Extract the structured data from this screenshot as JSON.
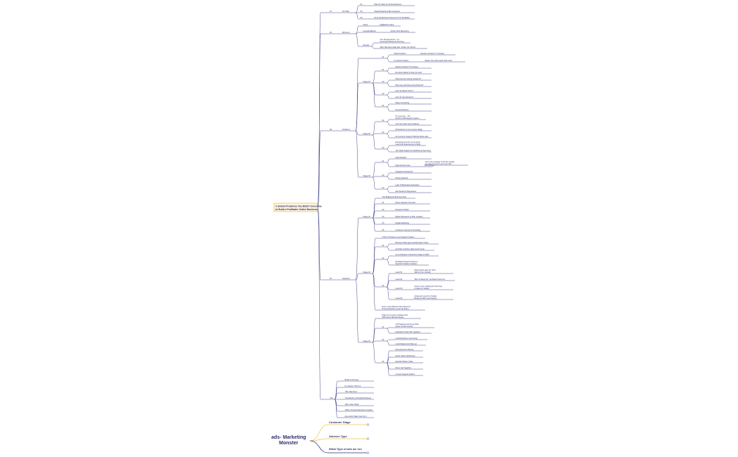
{
  "colors": {
    "line": "#2b2e7a",
    "text": "#2d2f6b",
    "root_fill": "#fff6df",
    "root_border": "#e8a200",
    "branch_line": "#f0c060",
    "dot": "#4a63d6"
  },
  "root": {
    "lines": [
      "3 Unkind Problems You MUST Overcome",
      "to Build a Profitable Online Business"
    ]
  },
  "main": [
    {
      "num": "01",
      "label": "For Who"
    },
    {
      "num": "02",
      "label": "Who Am I"
    },
    {
      "num": "03",
      "label": "Problems"
    },
    {
      "num": "04",
      "label": "Solutions"
    },
    {
      "num": "CTA",
      "label": ""
    }
  ],
  "for_who": [
    {
      "num": "01",
      "label": "Want To Start an Online Business"
    },
    {
      "num": "02",
      "label": "Started Business But Confused"
    },
    {
      "num": "03",
      "label": "Running Business Need to fix For Profitable"
    }
  ],
  "who_am_i": {
    "name": {
      "label": "Name",
      "value": "Rajlakshmi Giant"
    },
    "founder": {
      "label": "Founder/Mentor",
      "value": "Online Tech Mentoring"
    },
    "results": {
      "label": "Results",
      "items": [
        "1K+ Entrepreneurs + 3+ Successful Business Running",
        "500+ Members Daily Eat, 10-90+ Per Month"
      ]
    }
  },
  "problems": {
    "intro": [
      {
        "num": "01",
        "label": "What Product?",
        "value": "Random Product or Trending"
      },
      {
        "num": "",
        "label": "It's about Problem",
        "value": "What I can solve better than other"
      }
    ],
    "stage1": {
      "label": "Stage 01",
      "groups": [
        {
          "num": "01",
          "items": [
            "Whose Problem? The Buyer",
            "Do Other Wants To Pay For this?"
          ]
        },
        {
          "num": "02",
          "items": [
            "What are the existing solutions?",
            "Why they will Chose My Products?"
          ]
        },
        {
          "num": "03",
          "items": [
            "How To Reach Them?",
            "How To Get Attention?"
          ]
        },
        {
          "num": "04",
          "items": [
            "Sales Converting",
            "Smooth Delivery"
          ]
        }
      ]
    },
    "stage2": {
      "label": "Stage 02",
      "groups": [
        {
          "num": "01",
          "items": [
            "It's a journey - You Need A Solid Support System",
            "You Can solve your problems"
          ]
        },
        {
          "num": "02",
          "items": [
            "All Entrance is not at same Stage",
            "So Common Support Will Not Work Here"
          ]
        },
        {
          "num": "03",
          "items": [
            "Entrepreneurs Are not at same Level with Experiences & Skills",
            "The Need Support & Guideline at their level"
          ]
        }
      ]
    },
    "stage3": {
      "label": "Stage 03",
      "groups": [
        {
          "num": "01",
          "items": [
            "Right Mindset",
            "Right Environment"
          ],
          "note": "You're the average of the five people you spend most of your time with"
        },
        {
          "num": "02",
          "items": [
            "Negativity/ Distraction",
            "Wrong Network"
          ]
        },
        {
          "num": "03",
          "items": [
            "Lack Of Motivation/Inspiration",
            "Self Doubts & Depression"
          ]
        }
      ]
    }
  },
  "solutions": {
    "stage1": {
      "label": "Stage 01",
      "title": "The Bulletproof Business Plan",
      "items": [
        {
          "num": "01",
          "label": "Niche Selection Formula"
        },
        {
          "num": "02",
          "label": "Research Model"
        },
        {
          "num": "03",
          "label": "Market Research & Offer Creation"
        },
        {
          "num": "04",
          "label": "Digital Marketing"
        },
        {
          "num": "05",
          "label": "Customer Journey & Funneling"
        }
      ]
    },
    "stage2": {
      "label": "Stage 02",
      "title": "OTA 2.0 Advance Level Support System",
      "g1": {
        "num": "01",
        "items": [
          "Business Plan Approved By Expert Team",
          "Get Plan of Action right Level Group"
        ]
      },
      "g2": {
        "num": "02",
        "items": [
          "3 Level Based on Business Stage & Skills",
          "Dedicated Support Admin & Specific Problems Solution"
        ]
      },
      "levels": {
        "num": "03",
        "items": [
          {
            "label": "Level 01",
            "text": "Who Needs Help For Tech Skill & From Scratch"
          },
          {
            "label": "Level 02",
            "text": "Tech & Setup OK, but Need Some Fix"
          },
          {
            "label": "Level 03",
            "text": "Action Level, Helping For Running & Sales To Scaleit"
          },
          {
            "label": "Level 04",
            "text": "Advanced Level For Scaleit Business With Lead System"
          }
        ]
      },
      "note": "Every Level Member Must Need To Prove Himself by Level Up Exam"
    },
    "stage3": {
      "label": "Stage 03",
      "title": "Right Community & Mastermind With Same Minded People",
      "g1": {
        "num": "01",
        "items": [
          "OTA Mastermind Group With Super Growth Activity",
          "Help Each Other Win Together"
        ]
      },
      "g2": {
        "num": "02",
        "items": [
          "Local Members Community",
          "Local Mastermind Meet up"
        ]
      },
      "g3": {
        "num": "03",
        "items": [
          "Entrepreneurs Meetup",
          "Action Takers Workshop",
          "Specific Master Class",
          "Zoom Get Together",
          "4 Layer Support System"
        ]
      }
    }
  },
  "cta": [
    "Break of Journey",
    "It's Version OTA 3.0",
    "700+ Members",
    "Thousands of Possible Business",
    "100+ Case Study",
    "1000+ Success Business Created",
    "Any Action Taker Can Do It"
  ],
  "second_map": {
    "title_lines": [
      "ads- Marketing",
      "Monster"
    ],
    "branches": [
      "Customer Stage",
      "Adience Type",
      "What Type of ads we run"
    ]
  }
}
